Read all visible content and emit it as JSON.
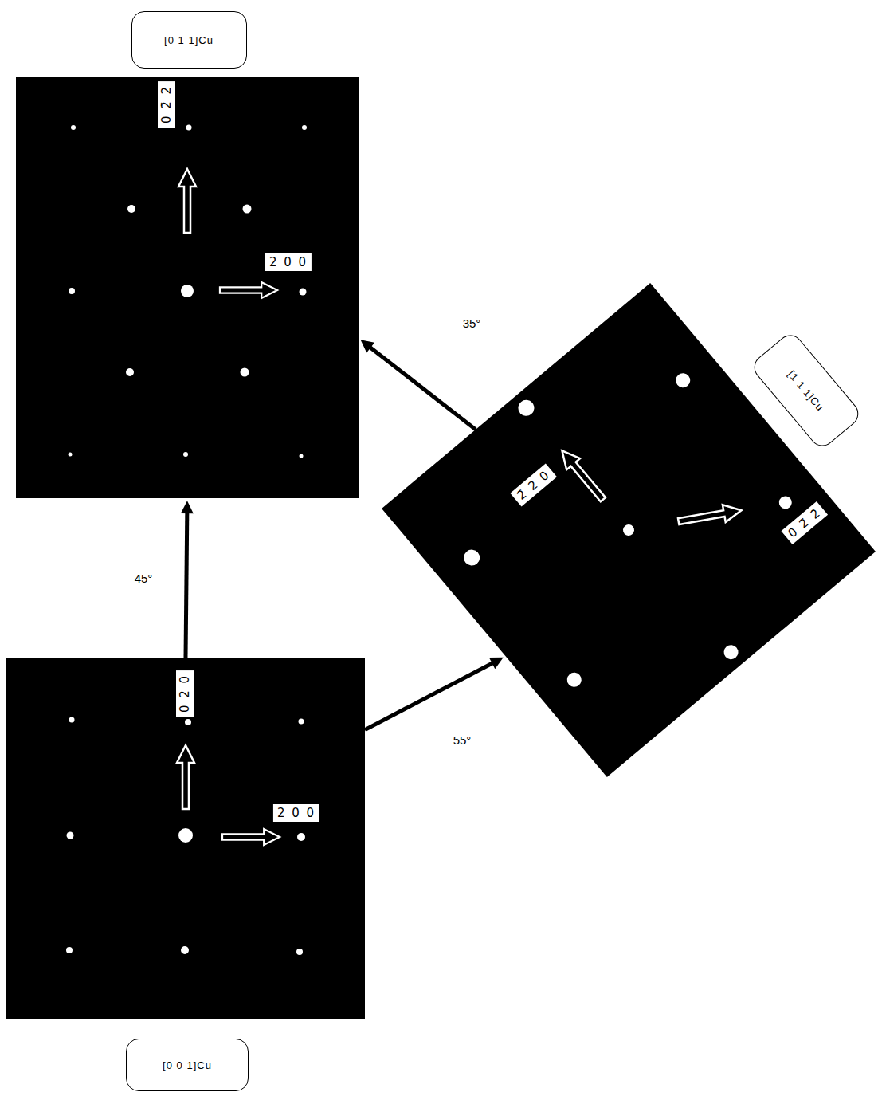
{
  "diagram": {
    "nodes": [
      {
        "text": [
          "[0 1 1]Cu"
        ]
      },
      {
        "text": [
          "0 2̄ 2",
          "2 0 0"
        ]
      },
      {
        "text": [
          "[1 1 1]Cu"
        ]
      },
      {
        "text": [
          "2̄ 2 0",
          "0 2̄ 2̄"
        ]
      },
      {
        "text": [
          "0 2 0",
          "2 0 0"
        ]
      },
      {
        "text": [
          "[0 0 1]Cu"
        ]
      }
    ],
    "edges": [
      {
        "from": 4,
        "to": 1,
        "arrow": "to",
        "label": "45°"
      },
      {
        "from": 4,
        "to": 3,
        "arrow": "to",
        "label": "55°"
      },
      {
        "from": 3,
        "to": 1,
        "arrow": "to",
        "label": "35°"
      }
    ]
  }
}
